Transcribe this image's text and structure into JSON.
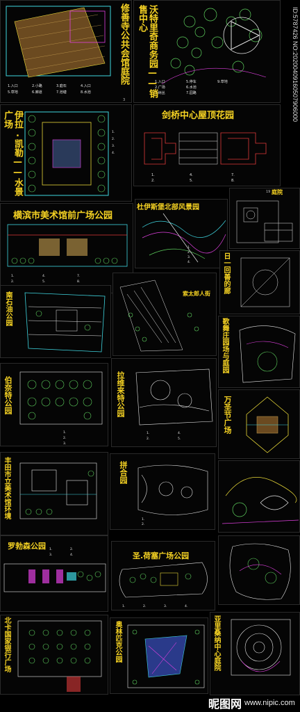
{
  "panels": [
    {
      "id": "p1",
      "title": "修善寺公共会馆庭院",
      "page": "3"
    },
    {
      "id": "p2",
      "title": "沃特里奇商务园——销售中心"
    },
    {
      "id": "p3",
      "title": "伊拉.凯勒——水景广场"
    },
    {
      "id": "p4",
      "title": "剑桥中心屋顶花园"
    },
    {
      "id": "p5",
      "title": "横滨市美术馆前广场公园"
    },
    {
      "id": "p6",
      "title": "杜伊斯堡北部风景园"
    },
    {
      "id": "p7",
      "title": "庭院",
      "page": "19"
    },
    {
      "id": "p8",
      "title": "日一回善的廊"
    },
    {
      "id": "p9",
      "title": "南石油公园"
    },
    {
      "id": "p10",
      "title": "索太郎人街"
    },
    {
      "id": "p11",
      "title": "歌舞庄园场与庭园"
    },
    {
      "id": "p12",
      "title": "伯奈特公园"
    },
    {
      "id": "p13",
      "title": "拉维来特公园"
    },
    {
      "id": "p14",
      "title": "万圣节广场"
    },
    {
      "id": "p15",
      "title": "丰田市立美术馆环境"
    },
    {
      "id": "p16",
      "title": "拼合园"
    },
    {
      "id": "p17",
      "title": "罗勃森公园"
    },
    {
      "id": "p18",
      "title": "圣.荷塞广场公园"
    },
    {
      "id": "p19",
      "title": "北卡国家银行广场"
    },
    {
      "id": "p20",
      "title": "奥林匹克公园"
    },
    {
      "id": "p21",
      "title": "亚里桑纳中心庭院"
    }
  ],
  "watermark": {
    "side_id": "ID:5787426 NO:20200409160507906000",
    "logo": "昵图网",
    "url": "www.nipic.com"
  },
  "colors": {
    "title": "#f5d223",
    "green": "#5fd35f",
    "cyan": "#3fd6e0",
    "magenta": "#e040e0",
    "red": "#e03a3a",
    "white": "#e8e8e8",
    "yellow": "#e8d838"
  }
}
